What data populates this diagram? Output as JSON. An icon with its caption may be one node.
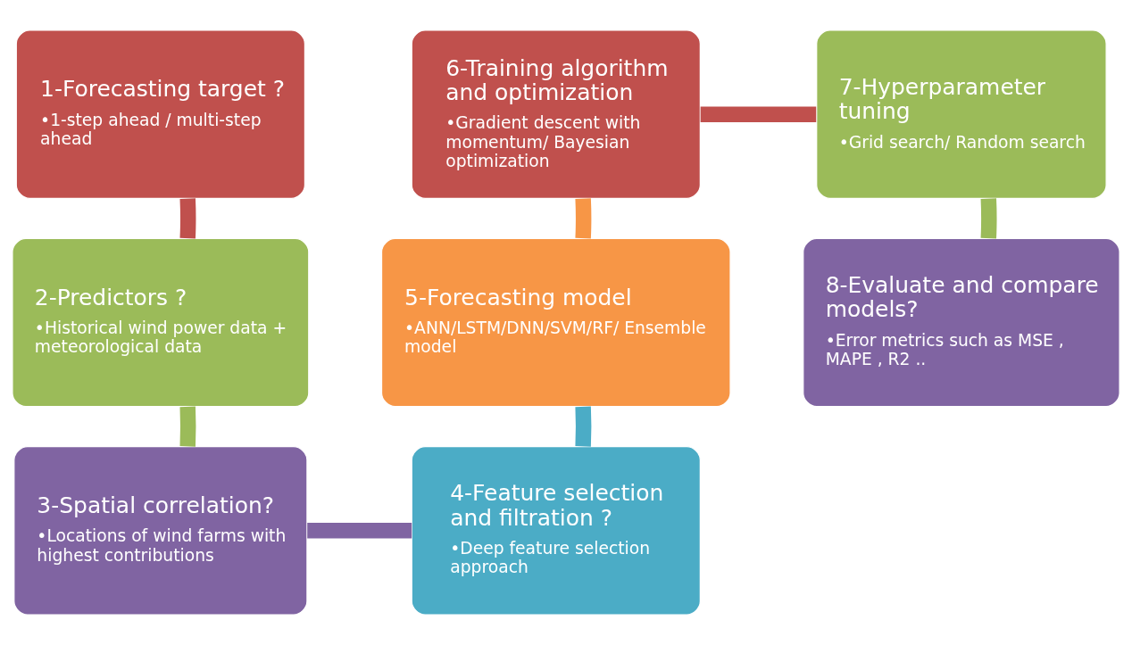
{
  "diagram": {
    "nodes": [
      {
        "text": [
          "1-Forecasting target ?",
          "•1-step ahead / multi-step ahead"
        ]
      },
      {
        "text": [
          "2-Predictors ?",
          "•Historical wind power data + meteorological data"
        ]
      },
      {
        "text": [
          "3-Spatial correlation?",
          "•Locations of wind farms with highest contributions"
        ]
      },
      {
        "text": [
          "4-Feature selection and filtration ?",
          "•Deep feature selection approach"
        ]
      },
      {
        "text": [
          "5-Forecasting model",
          "•ANN/LSTM/DNN/SVM/RF/ Ensemble model"
        ]
      },
      {
        "text": [
          "6-Training algorithm and optimization",
          "•Gradient descent with momentum/ Bayesian optimization"
        ]
      },
      {
        "text": [
          "7-Hyperparameter tuning",
          "•Grid search/ Random search"
        ]
      },
      {
        "text": [
          "8-Evaluate and compare models?",
          "•Error metrics such as MSE , MAPE , R2 .."
        ]
      }
    ],
    "edges": [
      {
        "from": 0,
        "to": 1,
        "arrow": "none",
        "color": "#c0504d"
      },
      {
        "from": 1,
        "to": 2,
        "arrow": "none",
        "color": "#9bbb59"
      },
      {
        "from": 2,
        "to": 3,
        "arrow": "none",
        "color": "#8064a2"
      },
      {
        "from": 3,
        "to": 4,
        "arrow": "none",
        "color": "#4bacc6"
      },
      {
        "from": 4,
        "to": 5,
        "arrow": "none",
        "color": "#f79646"
      },
      {
        "from": 5,
        "to": 6,
        "arrow": "none",
        "color": "#c0504d"
      },
      {
        "from": 6,
        "to": 7,
        "arrow": "none",
        "color": "#9bbb59"
      }
    ]
  }
}
